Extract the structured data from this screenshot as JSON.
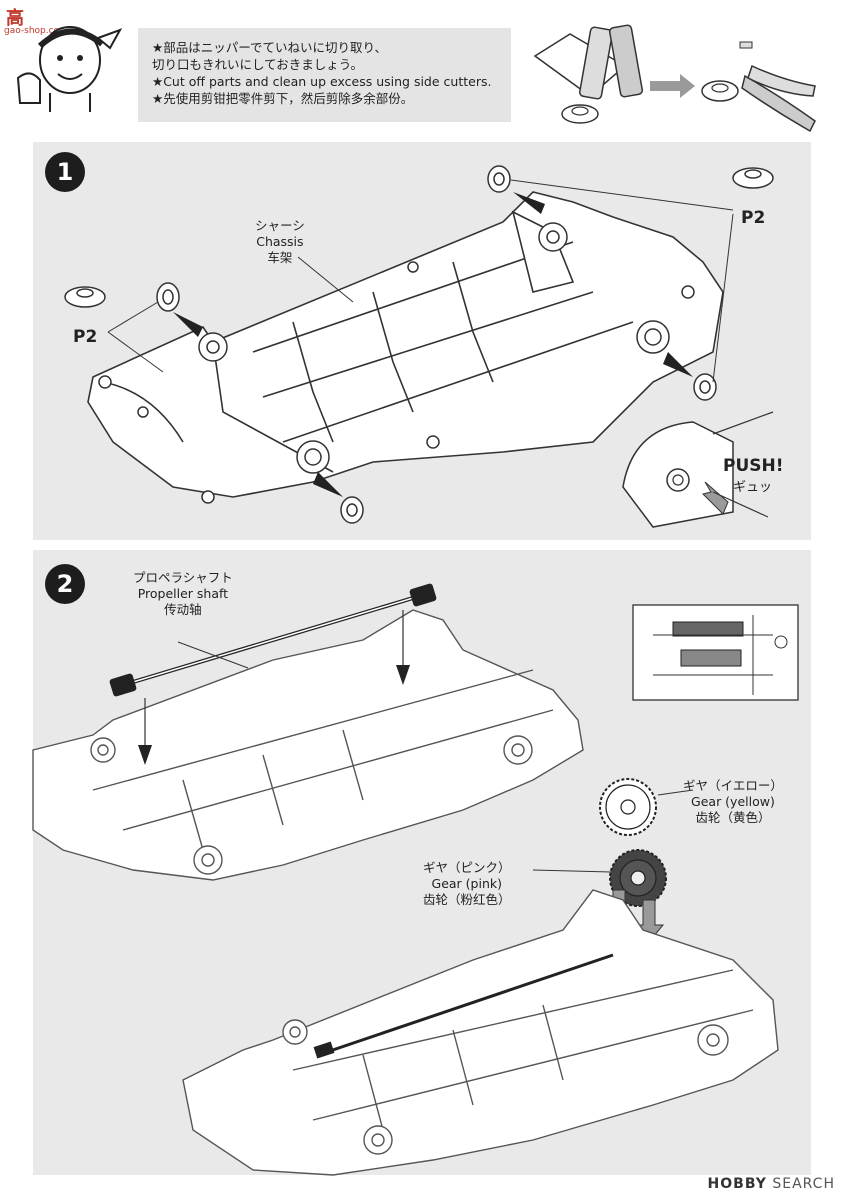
{
  "header": {
    "watermark_cn": "高",
    "watermark_site": "gao-shop.com",
    "tip_lines": [
      "★部品はニッパーでていねいに切り取り、",
      "切り口もきれいにしておきましょう。",
      "★Cut off parts and clean up excess using side cutters.",
      "★先使用剪钳把零件剪下，然后剪除多余部份。"
    ]
  },
  "step1": {
    "number": "1",
    "chassis_label": [
      "シャーシ",
      "Chassis",
      "车架"
    ],
    "part_label_left": "P2",
    "part_label_right": "P2",
    "push_label": "PUSH!",
    "push_sub": "ギュッ"
  },
  "step2": {
    "number": "2",
    "shaft_label": [
      "プロペラシャフト",
      "Propeller shaft",
      "传动轴"
    ],
    "gear_yellow_label": [
      "ギヤ（イエロー）",
      "Gear (yellow)",
      "齿轮（黄色）"
    ],
    "gear_pink_label": [
      "ギヤ（ピンク）",
      "Gear (pink)",
      "齿轮（粉红色）"
    ]
  },
  "footer": {
    "brand": "HOBBY",
    "search": "SEARCH"
  }
}
